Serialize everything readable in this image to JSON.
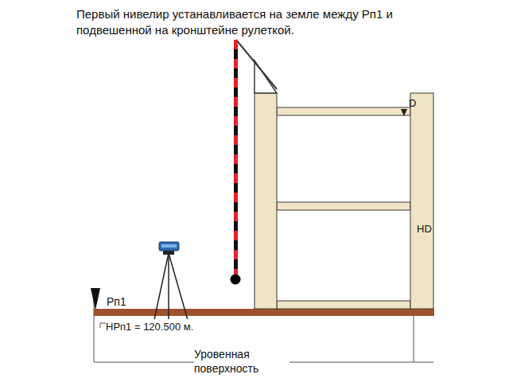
{
  "diagram": {
    "title": "Первый нивелир устанавливается на земле между Рп1 и подвешенной на кронштейне рулеткой.",
    "labels": [
      "D",
      "НD",
      "Рп1",
      "НРп1 = 120.500 м.",
      "Уровенная поверхность"
    ]
  }
}
